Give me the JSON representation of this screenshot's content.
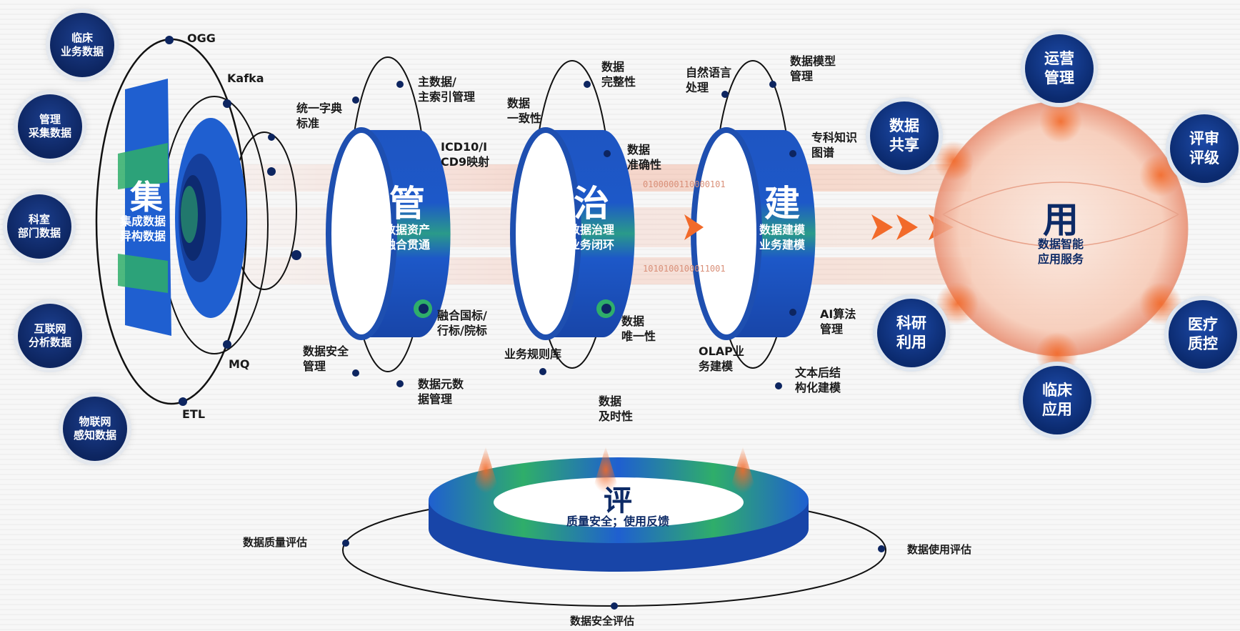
{
  "sources": [
    {
      "id": "clinical",
      "label": "临床\n业务数据"
    },
    {
      "id": "mgmt",
      "label": "管理\n采集数据"
    },
    {
      "id": "dept",
      "label": "科室\n部门数据"
    },
    {
      "id": "internet",
      "label": "互联网\n分析数据"
    },
    {
      "id": "iot",
      "label": "物联网\n感知数据"
    }
  ],
  "collect": {
    "char": "集",
    "subtitle": "集成数据\n异构数据",
    "channels": [
      "OGG",
      "Kafka",
      "MQ",
      "ETL"
    ]
  },
  "manage": {
    "char": "管",
    "subtitle": "数据资产\n融合贯通",
    "labels": [
      "主数据/\n主索引管理",
      "统一字典\n标准",
      "ICD10/I\nCD9映射",
      "融合国标/\n行标/院标",
      "数据安全\n管理",
      "数据元数\n据管理"
    ]
  },
  "govern": {
    "char": "治",
    "subtitle": "数据治理\n业务闭环",
    "labels": [
      "数据\n完整性",
      "数据\n一致性",
      "数据\n准确性",
      "数据\n唯一性",
      "业务规则库",
      "数据\n及时性"
    ]
  },
  "build": {
    "char": "建",
    "subtitle": "数据建模\n业务建模",
    "labels": [
      "自然语言\n处理",
      "数据模型\n管理",
      "专科知识\n图谱",
      "AI算法\n管理",
      "OLAP业\n务建模",
      "文本后结\n构化建模"
    ]
  },
  "use": {
    "char": "用",
    "subtitle": "数据智能\n应用服务",
    "apps": [
      "运营\n管理",
      "数据\n共享",
      "评审\n评级",
      "科研\n利用",
      "医疗\n质控",
      "临床\n应用"
    ]
  },
  "evaluate": {
    "char": "评",
    "subtitle": "质量安全；使用反馈",
    "labels": [
      "数据质量评估",
      "数据使用评估",
      "数据安全评估"
    ]
  },
  "binary_strip": [
    "0100000110000101",
    "1010100100011001"
  ],
  "colors": {
    "navy": "#0d2560",
    "blue": "#1f5fd0",
    "green": "#2fae6a",
    "orange": "#f26a2a"
  }
}
